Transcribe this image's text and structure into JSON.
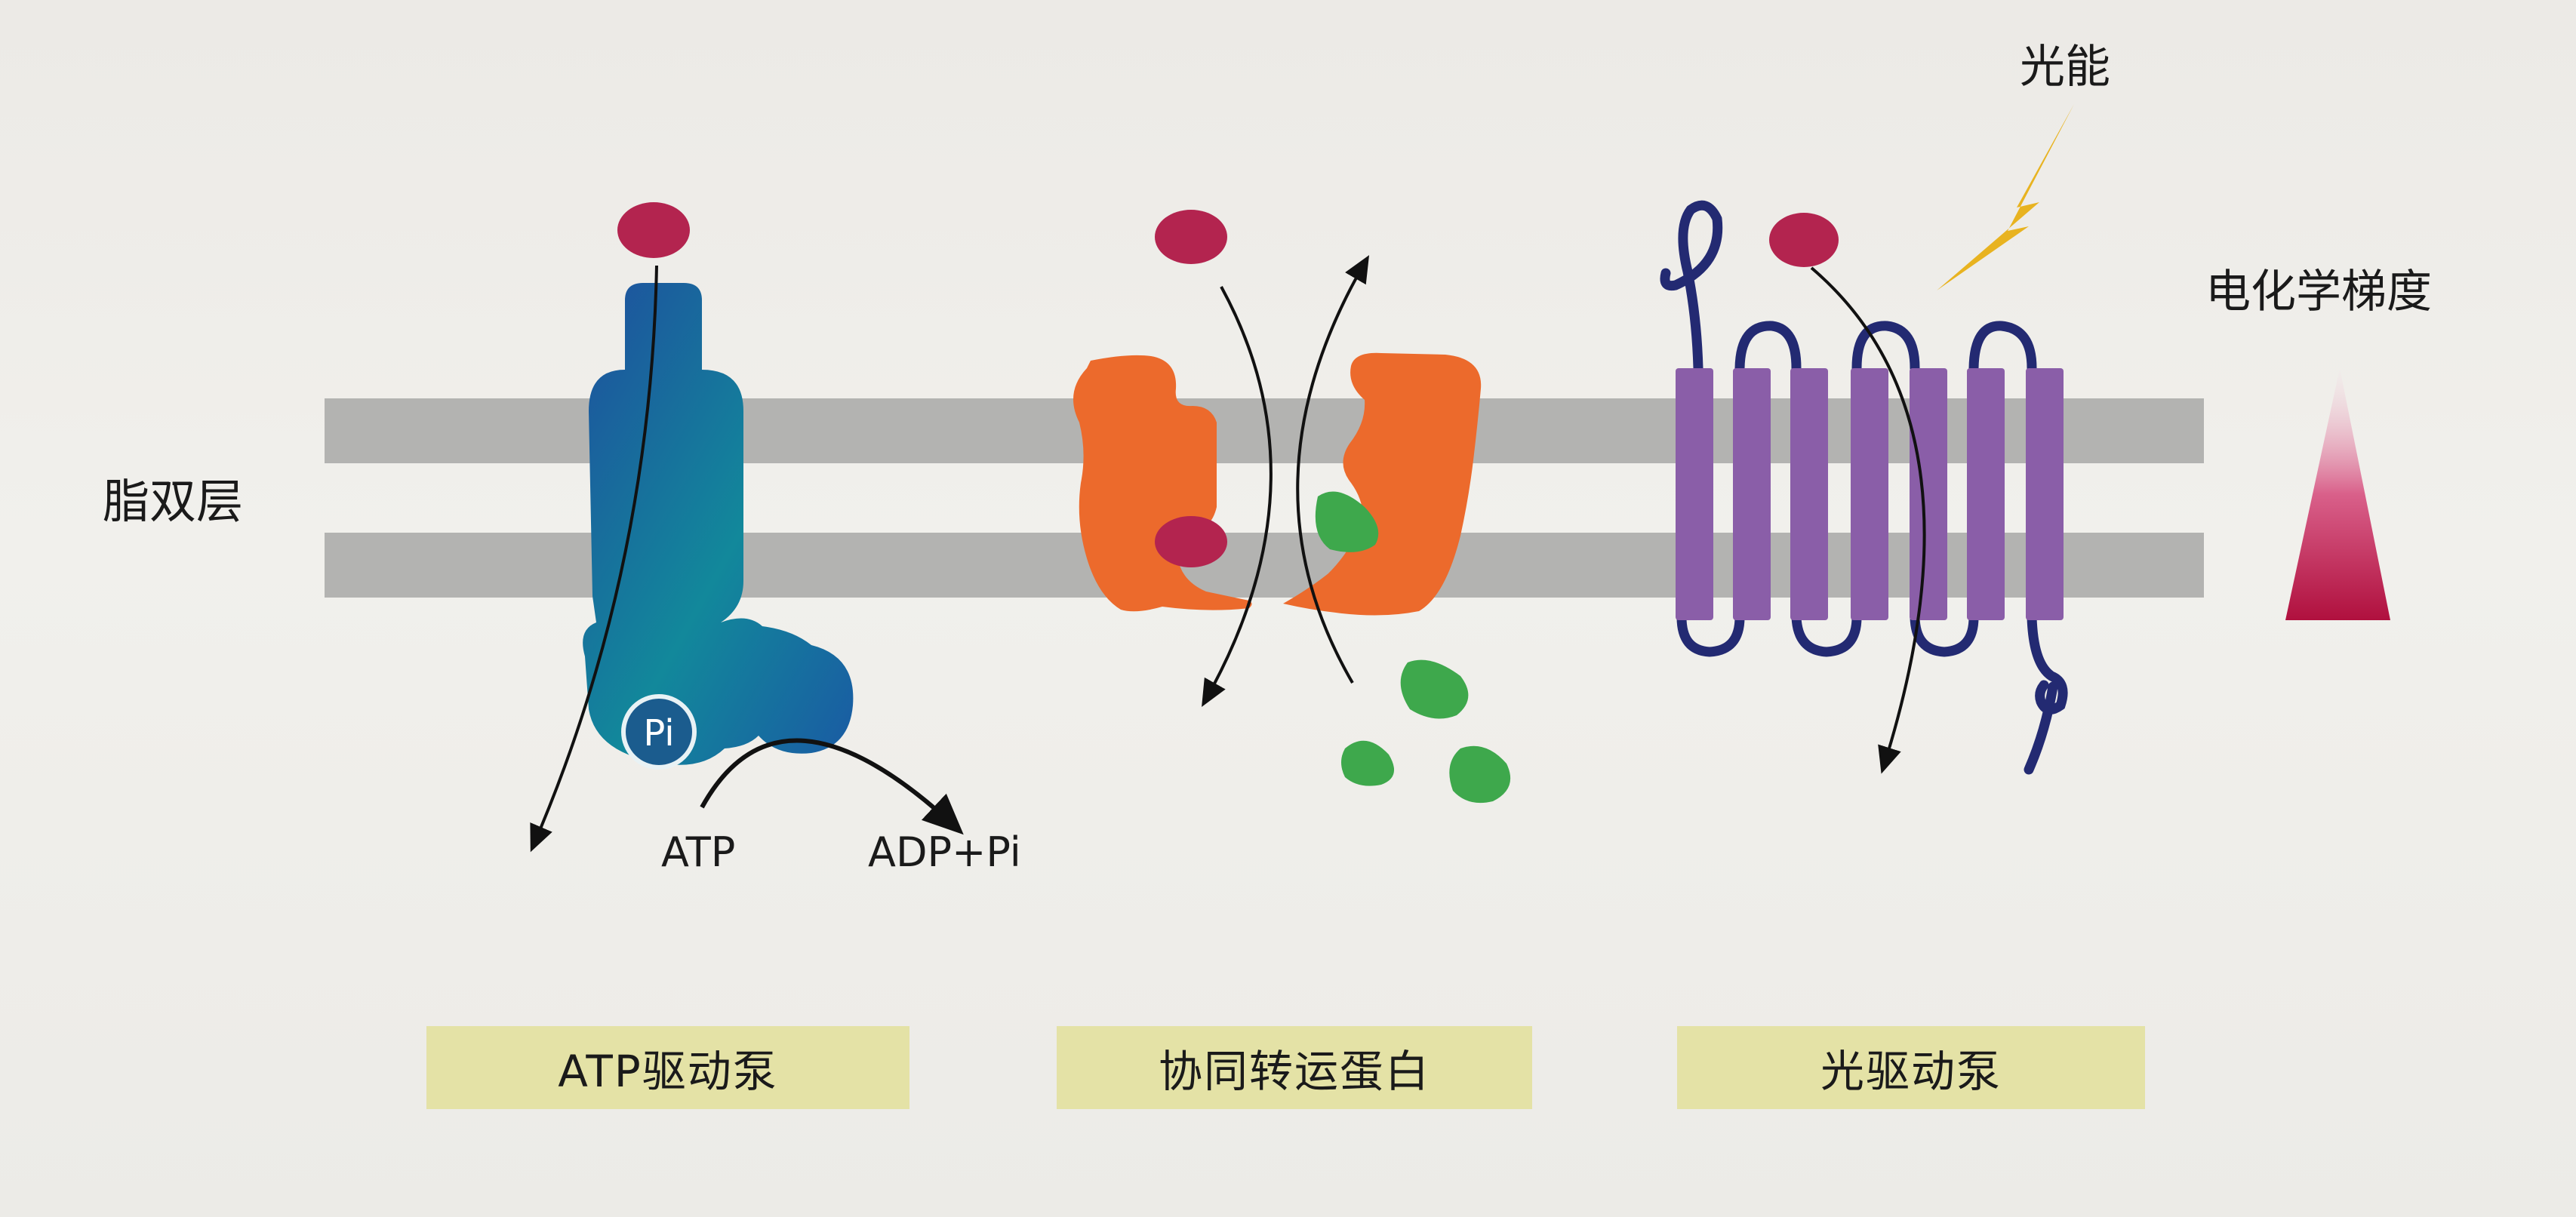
{
  "labels": {
    "lipid_bilayer": "脂双层",
    "light_energy": "光能",
    "gradient": "电化学梯度",
    "pi_badge": "Pi",
    "atp": "ATP",
    "adp_pi": "ADP+Pi"
  },
  "captions": {
    "atp_pump": "ATP驱动泵",
    "cotransporter": "协同转运蛋白",
    "light_pump": "光驱动泵"
  },
  "colors": {
    "membrane": "#b3b3b1",
    "atp_pump": "#1f5fa8",
    "atp_pump_teal": "#11889a",
    "cotransporter": "#ec6a2c",
    "light_pump": "#8a5ea8",
    "light_pump_loops": "#232a72",
    "solute_red": "#b3244f",
    "solute_green": "#3ea84c",
    "lightning": "#e8b320",
    "caption_bg": "#e4e2a6"
  }
}
